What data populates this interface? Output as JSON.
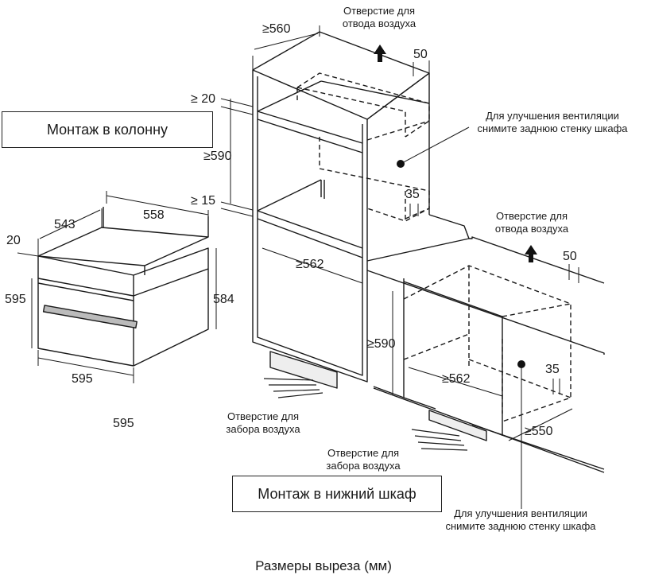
{
  "labels": {
    "column_mount": "Монтаж в колонну",
    "under_mount": "Монтаж в нижний шкаф",
    "caption": "Размеры выреза (мм)"
  },
  "notes": {
    "exhaust_top": "Отверстие для\nотвода воздуха",
    "exhaust_right": "Отверстие для\nотвода воздуха",
    "vent_top": "Для улучшения вентиляции\nснимите заднюю стенку шкафа",
    "vent_bottom": "Для улучшения вентиляции\nснимите заднюю стенку шкафа",
    "intake_left": "Отверстие для\nзабора воздуха",
    "intake_mid": "Отверстие для\nзабора воздуха"
  },
  "dimensions": {
    "oven_depth_top": "543",
    "oven_width_top": "558",
    "oven_front": "20",
    "oven_height_left": "595",
    "oven_height_right": "584",
    "oven_width_bottom": "595",
    "oven_width_bottom2": "595",
    "col_depth": "≥560",
    "col_top_gap": "≥ 20",
    "col_height": "≥590",
    "col_bottom_gap": "≥ 15",
    "col_width": "≥562",
    "col_vent_50": "50",
    "col_vent_35": "35",
    "under_height": "≥590",
    "under_width": "≥562",
    "under_depth": "≥550",
    "under_vent_50": "50",
    "under_vent_35": "35"
  }
}
